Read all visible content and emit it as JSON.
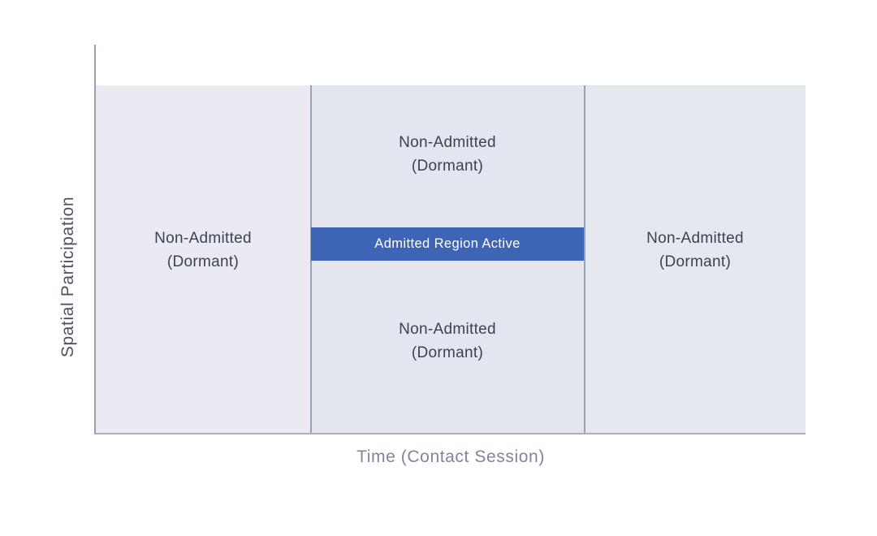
{
  "figure": {
    "x_axis_label": "Time (Contact Session)",
    "y_axis_label": "Spatial Participation",
    "regions": {
      "left": {
        "line1": "Non-Admitted",
        "line2": "(Dormant)"
      },
      "middle_top": {
        "line1": "Non-Admitted",
        "line2": "(Dormant)"
      },
      "middle_bottom": {
        "line1": "Non-Admitted",
        "line2": "(Dormant)"
      },
      "right": {
        "line1": "Non-Admitted",
        "line2": "(Dormant)"
      },
      "active_band": {
        "label": "Admitted Region Active"
      }
    },
    "colors": {
      "active_band": "#3e64b6",
      "active_band_text": "#ffffff",
      "region_fill": "#e6e8f0",
      "divider": "#99a2b5",
      "axis_line": "#99a2b4",
      "region_label_text": "#3c4350",
      "x_axis_label_text": "#7e869b",
      "y_axis_label_text": "#4c5364"
    }
  }
}
